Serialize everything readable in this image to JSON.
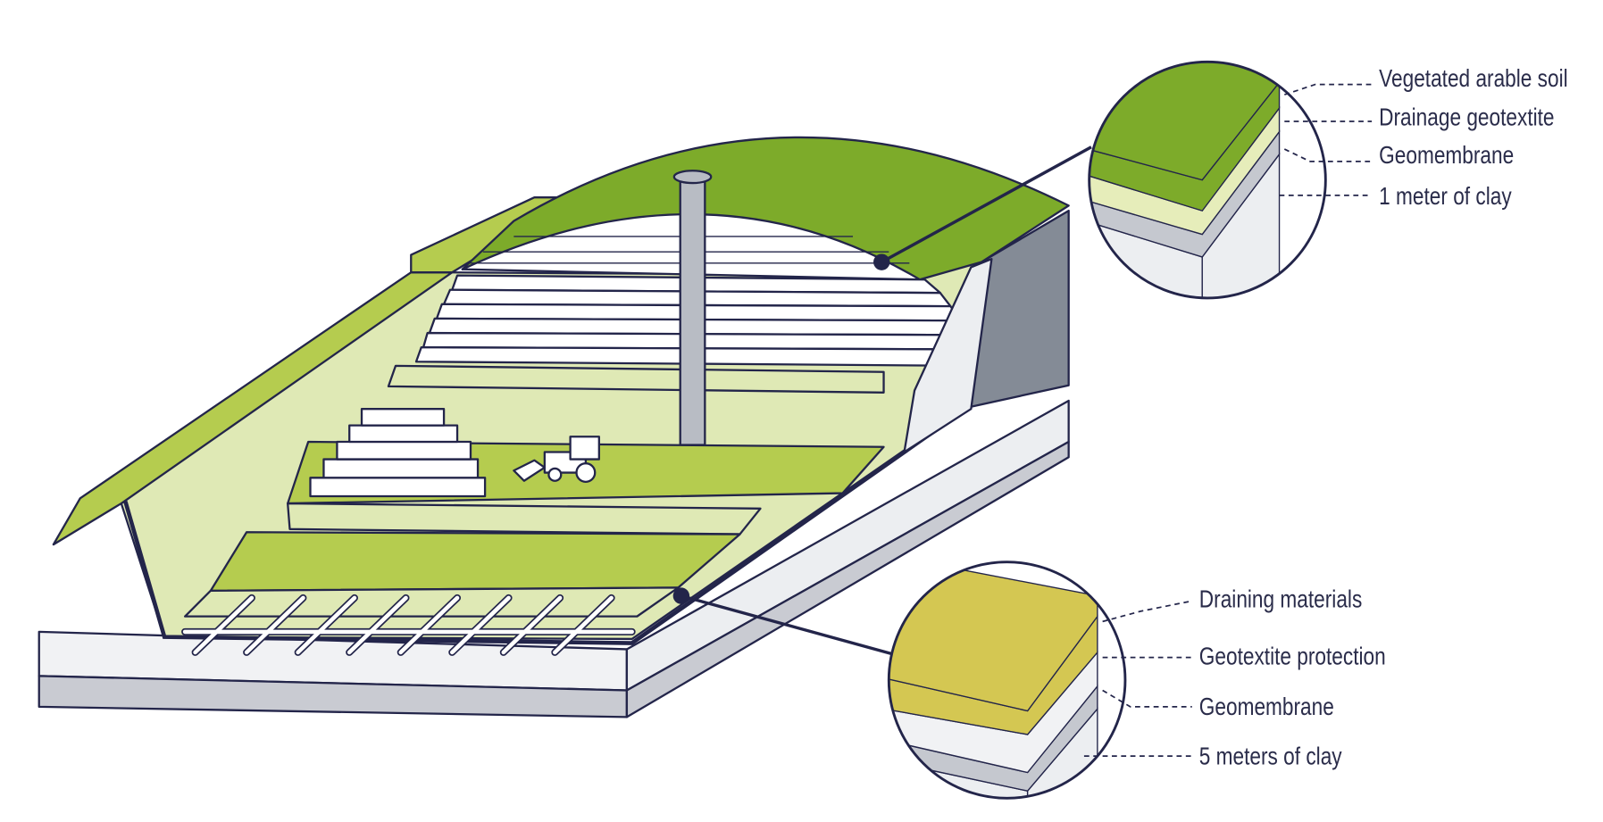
{
  "title": "Landfill cross-section",
  "top_callout": {
    "labels": [
      "Vegetated arable soil",
      "Drainage geotextite",
      "Geomembrane",
      "1 meter of clay"
    ]
  },
  "bottom_callout": {
    "labels": [
      "Draining materials",
      "Geotextite protection",
      "Geomembrane",
      "5 meters of clay"
    ]
  },
  "colors": {
    "vegetation": "#7dab2a",
    "draining": "#d4c752",
    "berm": "#b5cc4f",
    "pit": "#dfe9b5",
    "outline": "#23254a",
    "wall": "#848b96"
  }
}
